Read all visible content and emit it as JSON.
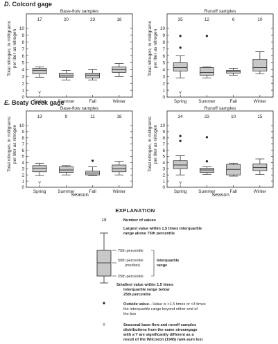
{
  "chart_data": [
    {
      "type": "box",
      "gage": "Colcord gage",
      "gage_letter": "D.",
      "title": "Base-flow samples",
      "categories": [
        "Spring",
        "Summer",
        "Fall",
        "Winter"
      ],
      "counts": [
        "17",
        "20",
        "23",
        "18"
      ],
      "ylim": [
        0,
        10
      ],
      "yticks": [
        "0",
        "1",
        "2",
        "3",
        "4",
        "5",
        "6",
        "7",
        "8",
        "9",
        "10"
      ],
      "ylabel": "Total nitrogen, in milligrams per liter as nitrogen",
      "xlabel": "",
      "boxes": [
        {
          "category": "Spring",
          "lower_whisker": 2.9,
          "q1": 3.4,
          "median": 3.9,
          "q3": 4.2,
          "upper_whisker": 4.4,
          "outliers": []
        },
        {
          "category": "Summer",
          "lower_whisker": 2.5,
          "q1": 2.9,
          "median": 3.1,
          "q3": 3.5,
          "upper_whisker": 3.9,
          "outliers": []
        },
        {
          "category": "Fall",
          "lower_whisker": 2.5,
          "q1": 2.8,
          "median": 3.2,
          "q3": 3.5,
          "upper_whisker": 4.0,
          "outliers": []
        },
        {
          "category": "Winter",
          "lower_whisker": 3.0,
          "q1": 3.6,
          "median": 4.0,
          "q3": 4.4,
          "upper_whisker": 4.9,
          "outliers": []
        }
      ],
      "significance": [
        {
          "category": "Spring",
          "label": "Y"
        }
      ]
    },
    {
      "type": "box",
      "gage": "Colcord gage",
      "gage_letter": "D.",
      "title": "Runoff samples",
      "categories": [
        "Spring",
        "Summer",
        "Fall",
        "Winter"
      ],
      "counts": [
        "35",
        "12",
        "6",
        "10"
      ],
      "ylim": [
        0,
        10
      ],
      "yticks": [
        "0",
        "1",
        "2",
        "3",
        "4",
        "5",
        "6",
        "7",
        "8",
        "9",
        "10"
      ],
      "ylabel": "",
      "xlabel": "",
      "boxes": [
        {
          "category": "Spring",
          "lower_whisker": 2.8,
          "q1": 3.8,
          "median": 4.3,
          "q3": 5.0,
          "upper_whisker": 6.0,
          "outliers": [
            7.2,
            8.9
          ]
        },
        {
          "category": "Summer",
          "lower_whisker": 2.8,
          "q1": 3.2,
          "median": 3.6,
          "q3": 4.3,
          "upper_whisker": 4.4,
          "outliers": [
            8.9
          ]
        },
        {
          "category": "Fall",
          "lower_whisker": 3.2,
          "q1": 3.5,
          "median": 3.7,
          "q3": 3.9,
          "upper_whisker": 4.2,
          "outliers": []
        },
        {
          "category": "Winter",
          "lower_whisker": 3.4,
          "q1": 3.8,
          "median": 4.3,
          "q3": 5.5,
          "upper_whisker": 6.6,
          "outliers": []
        }
      ],
      "significance": [
        {
          "category": "Spring",
          "label": "Y"
        }
      ]
    },
    {
      "type": "box",
      "gage": "Beaty Creek gage",
      "gage_letter": "E.",
      "title": "Base-flow samples",
      "categories": [
        "Spring",
        "Summer",
        "Fall",
        "Winter"
      ],
      "counts": [
        "13",
        "9",
        "11",
        "18"
      ],
      "ylim": [
        0,
        10
      ],
      "yticks": [
        "0",
        "1",
        "2",
        "3",
        "4",
        "5",
        "6",
        "7",
        "8",
        "9",
        "10"
      ],
      "ylabel": "Total nitrogen, in milligrams per liter as nitrogen",
      "xlabel": "Season",
      "boxes": [
        {
          "category": "Spring",
          "lower_whisker": 1.9,
          "q1": 2.5,
          "median": 3.1,
          "q3": 3.5,
          "upper_whisker": 3.9,
          "outliers": []
        },
        {
          "category": "Summer",
          "lower_whisker": 2.0,
          "q1": 2.4,
          "median": 2.8,
          "q3": 3.3,
          "upper_whisker": 3.5,
          "outliers": []
        },
        {
          "category": "Fall",
          "lower_whisker": 1.9,
          "q1": 2.0,
          "median": 2.3,
          "q3": 2.6,
          "upper_whisker": 3.3,
          "outliers": [
            4.3
          ]
        },
        {
          "category": "Winter",
          "lower_whisker": 2.0,
          "q1": 2.5,
          "median": 3.0,
          "q3": 3.6,
          "upper_whisker": 4.2,
          "outliers": []
        }
      ],
      "significance": [
        {
          "category": "Spring",
          "label": "Y"
        }
      ]
    },
    {
      "type": "box",
      "gage": "Beaty Creek gage",
      "gage_letter": "E.",
      "title": "Runoff samples",
      "categories": [
        "Spring",
        "Summer",
        "Fall",
        "Winter"
      ],
      "counts": [
        "34",
        "23",
        "10",
        "15"
      ],
      "ylim": [
        0,
        10
      ],
      "yticks": [
        "0",
        "1",
        "2",
        "3",
        "4",
        "5",
        "6",
        "7",
        "8",
        "9",
        "10"
      ],
      "ylabel": "",
      "xlabel": "Season",
      "boxes": [
        {
          "category": "Spring",
          "lower_whisker": 2.0,
          "q1": 3.0,
          "median": 3.6,
          "q3": 4.3,
          "upper_whisker": 5.1,
          "outliers": [
            7.5,
            8.3
          ]
        },
        {
          "category": "Summer",
          "lower_whisker": 2.1,
          "q1": 2.4,
          "median": 2.8,
          "q3": 3.1,
          "upper_whisker": 3.3,
          "outliers": [
            4.2,
            8.1
          ]
        },
        {
          "category": "Fall",
          "lower_whisker": 1.8,
          "q1": 2.0,
          "median": 2.9,
          "q3": 3.7,
          "upper_whisker": 3.9,
          "outliers": []
        },
        {
          "category": "Winter",
          "lower_whisker": 2.1,
          "q1": 2.7,
          "median": 3.2,
          "q3": 3.8,
          "upper_whisker": 4.6,
          "outliers": []
        }
      ],
      "significance": [
        {
          "category": "Spring",
          "label": "Y"
        }
      ]
    }
  ],
  "panels": {
    "d": {
      "letter": "D.",
      "name": "Colcord gage"
    },
    "e": {
      "letter": "E.",
      "name": "Beaty Creek gage"
    }
  },
  "axis": {
    "ylabel_line1": "Total nitrogen, in milligrams",
    "ylabel_line2": "per liter as nitrogen",
    "xlabel": "Season"
  },
  "explanation": {
    "title": "EXPLANATION",
    "count_example": "18",
    "count_label": "Number of values",
    "upper_whisker_1": "Largest value within 1.5 times interquartile",
    "upper_whisker_2": "range above 75th percentile",
    "p75": "75th percentile",
    "p50_1": "50th percentile",
    "p50_2": "(median)",
    "iqr_1": "Interquartile",
    "iqr_2": "range",
    "p25": "25th percentile",
    "lower_whisker_1": "Smallest value within 1.5 times",
    "lower_whisker_2": "interquartile range below",
    "lower_whisker_3": "25th percentile",
    "outside_bold": "Outside value",
    "outside_rest_1": "—Value is >1.5 times or <3 times",
    "outside_rest_2": "the interquartile range beyond either end of",
    "outside_rest_3": "the box",
    "y_symbol": "Y",
    "y_label_1": "Seasonal base-flow and runoff samples",
    "y_label_2": "distributions from the same streamgage",
    "y_label_3": "with a Y are significantly different as a",
    "y_label_4": "result of the Wilcoxon (1945) rank-sum test"
  },
  "colors": {
    "box_fill": "#c8c8c8",
    "line": "#231f20",
    "background": "#ffffff"
  }
}
